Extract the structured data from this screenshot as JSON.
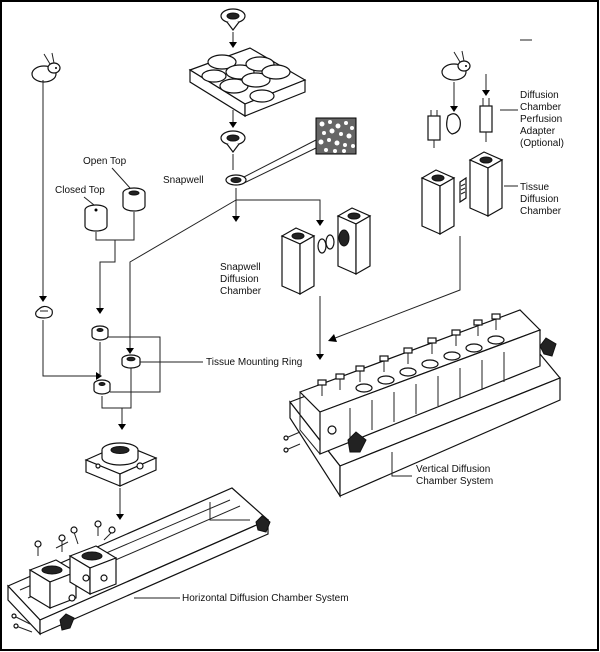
{
  "labels": {
    "open_top": "Open Top",
    "closed_top": "Closed Top",
    "snapwell": "Snapwell",
    "snapwell_diffusion": [
      "Snapwell",
      "Diffusion",
      "Chamber"
    ],
    "tissue_mounting_ring": "Tissue Mounting Ring",
    "perfusion_adapter": [
      "Diffusion",
      "Chamber",
      "Perfusion",
      "Adapter",
      "(Optional)"
    ],
    "tissue_diffusion": [
      "Tissue",
      "Diffusion",
      "Chamber"
    ],
    "vertical_system": [
      "Vertical Diffusion",
      "Chamber System"
    ],
    "horizontal_system": "Horizontal Diffusion Chamber System"
  }
}
